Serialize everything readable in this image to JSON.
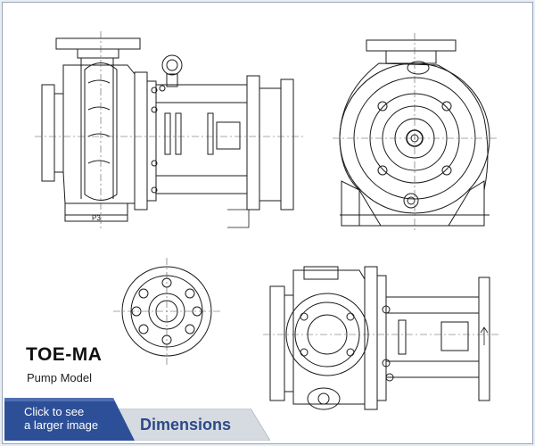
{
  "product": {
    "model_name": "TOE-MA",
    "model_subtitle": "Pump Model"
  },
  "actions": {
    "larger_image_line1": "Click to see",
    "larger_image_line2": "a larger image",
    "dimensions_tab": "Dimensions"
  },
  "drawing": {
    "side_view_label": "P3"
  },
  "colors": {
    "button_bg": "#2d4f97",
    "tab_bg": "#d6dbe2",
    "line": "#1b1b1b",
    "centerline": "#555555"
  }
}
